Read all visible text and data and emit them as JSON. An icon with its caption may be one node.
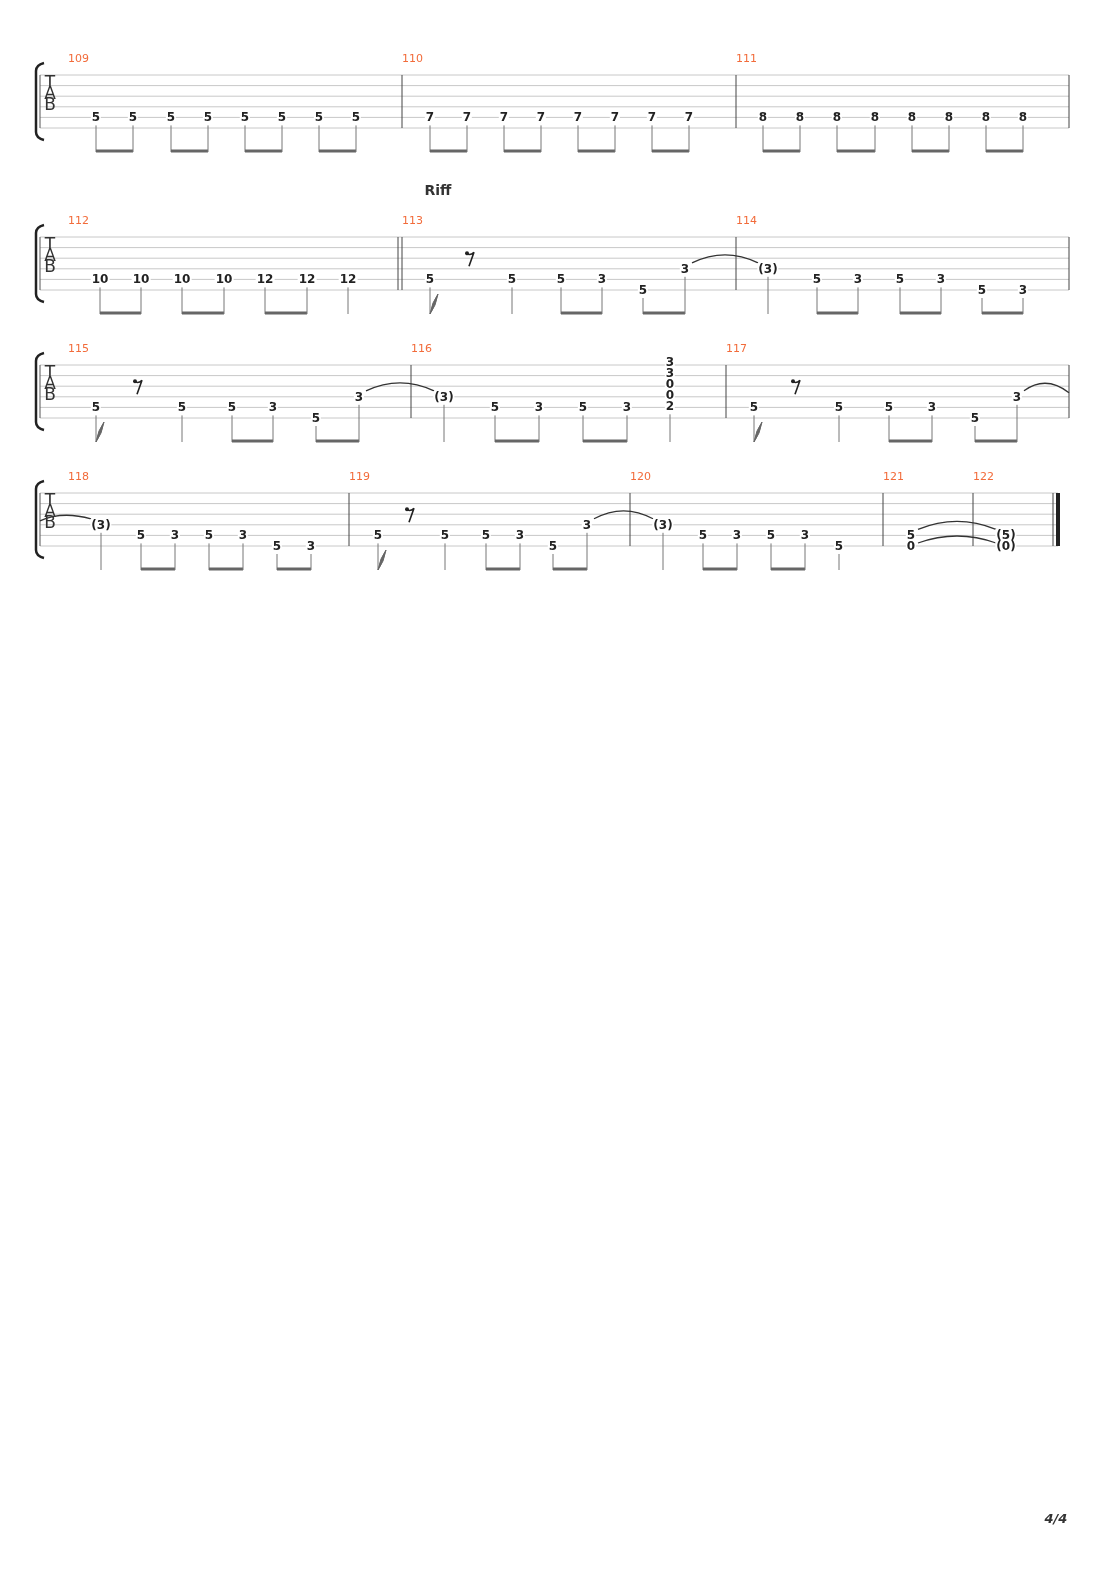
{
  "diagram": {
    "labels": [
      "TAB",
      "109",
      "110",
      "111",
      "5",
      "5",
      "5",
      "5",
      "5",
      "5",
      "5",
      "5",
      "7",
      "7",
      "7",
      "7",
      "7",
      "7",
      "7",
      "7",
      "8",
      "8",
      "8",
      "8",
      "8",
      "8",
      "8",
      "8",
      "Riff",
      "TAB",
      "112",
      "113",
      "114",
      "10",
      "10",
      "10",
      "10",
      "12",
      "12",
      "12",
      "5",
      "5",
      "5",
      "3",
      "5",
      "3",
      "(3)",
      "5",
      "3",
      "5",
      "3",
      "5",
      "3",
      "TAB",
      "115",
      "116",
      "117",
      "5",
      "5",
      "5",
      "3",
      "5",
      "3",
      "(3)",
      "5",
      "3",
      "5",
      "3",
      "3",
      "3",
      "0",
      "0",
      "2",
      "5",
      "5",
      "5",
      "3",
      "5",
      "3",
      "TAB",
      "118",
      "119",
      "120",
      "121",
      "122",
      "(3)",
      "5",
      "3",
      "5",
      "3",
      "5",
      "3",
      "5",
      "5",
      "5",
      "3",
      "5",
      "3",
      "(3)",
      "5",
      "3",
      "5",
      "3",
      "5",
      "5",
      "0",
      "(5)",
      "(0)",
      "4/4"
    ]
  }
}
